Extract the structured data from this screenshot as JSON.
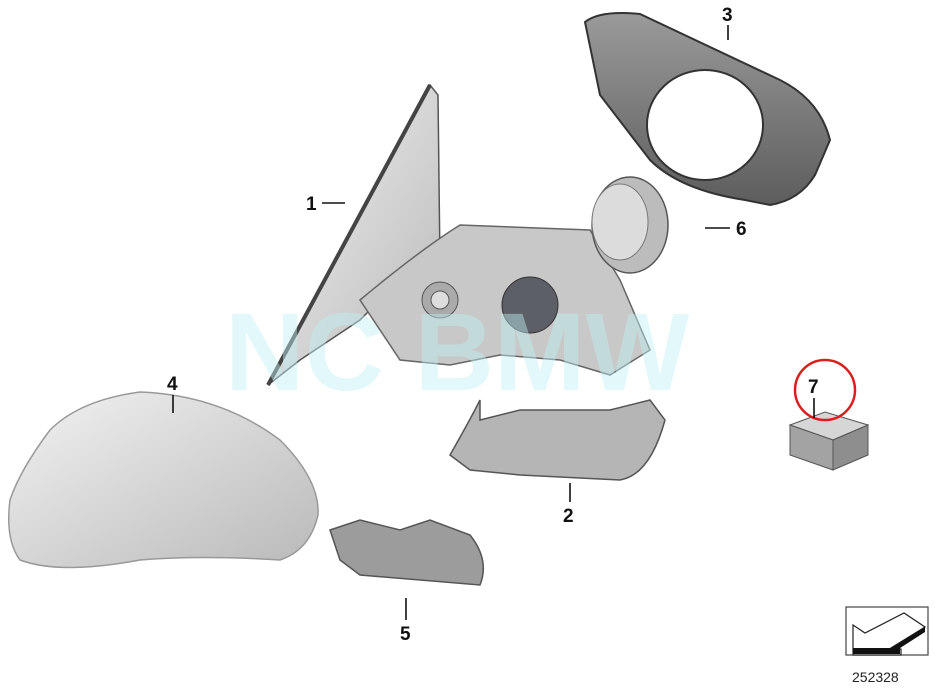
{
  "diagram": {
    "watermark": "NC BMW",
    "diagram_number": "252328",
    "parts": [
      {
        "number": "1",
        "name": "mirror-housing-assembly"
      },
      {
        "number": "2",
        "name": "lower-trim"
      },
      {
        "number": "3",
        "name": "mirror-glass-frame"
      },
      {
        "number": "4",
        "name": "mirror-cap"
      },
      {
        "number": "5",
        "name": "bracket"
      },
      {
        "number": "6",
        "name": "mirror-motor"
      },
      {
        "number": "7",
        "name": "small-parts-box"
      }
    ],
    "highlighted_part": "7",
    "highlight_color": "#d9201f",
    "icon": "direction-arrow-icon"
  }
}
